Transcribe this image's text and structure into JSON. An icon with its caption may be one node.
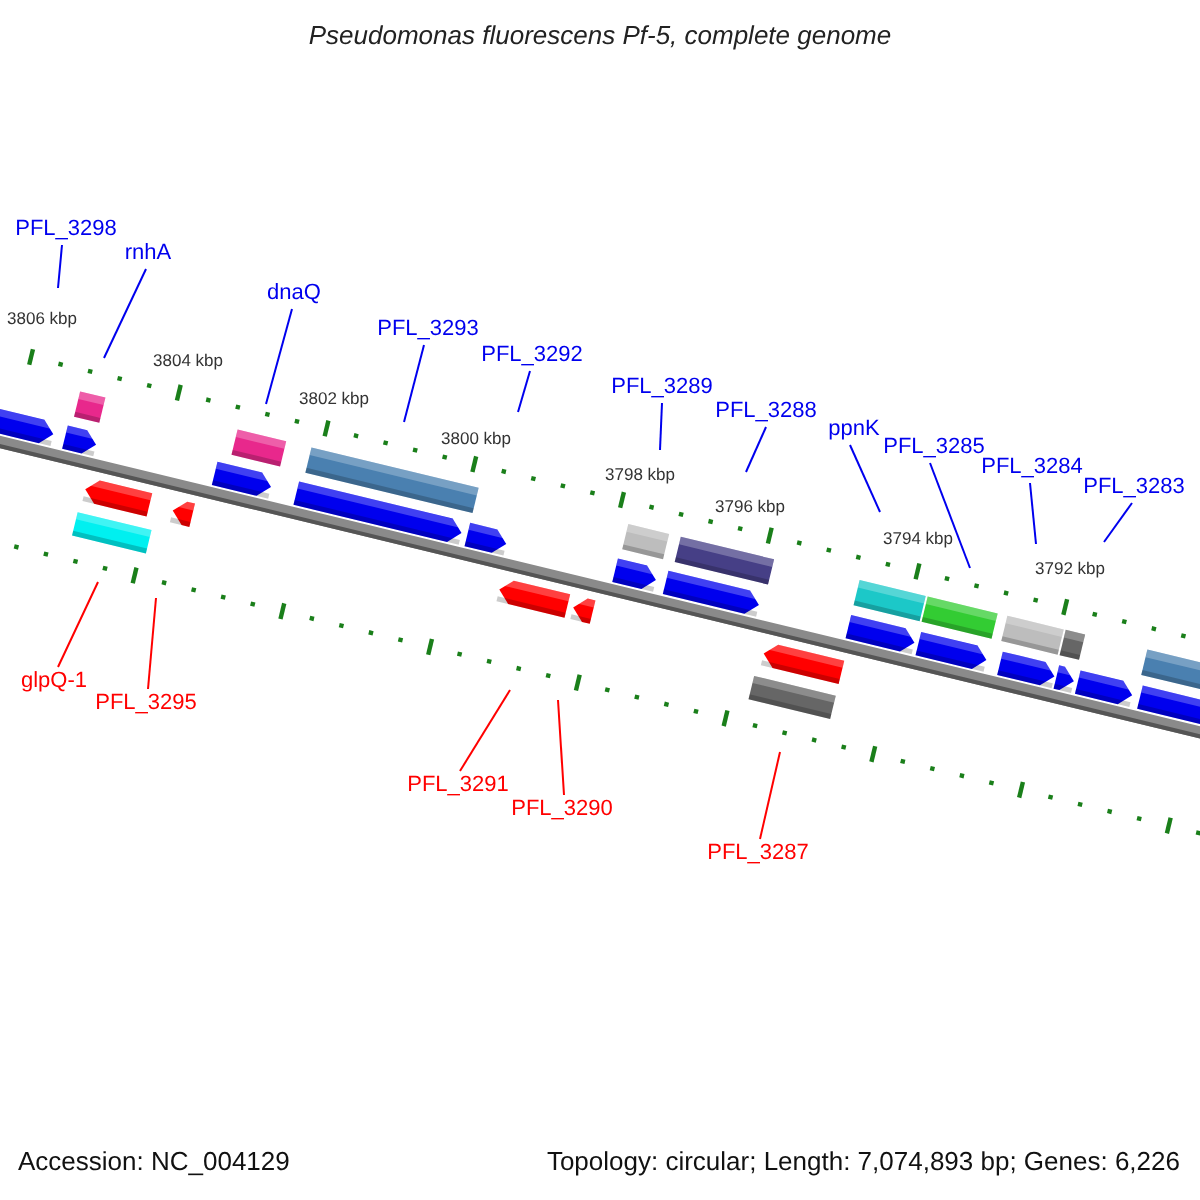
{
  "diagram": {
    "title": "Pseudomonas fluorescens Pf-5, complete genome",
    "nodes": [
      {
        "text": [
          "PFL_3298"
        ]
      },
      {
        "text": [
          "rnhA"
        ]
      },
      {
        "text": [
          "dnaQ"
        ]
      },
      {
        "text": [
          "PFL_3293"
        ]
      },
      {
        "text": [
          "PFL_3292"
        ]
      },
      {
        "text": [
          "PFL_3289"
        ]
      },
      {
        "text": [
          "PFL_3288"
        ]
      },
      {
        "text": [
          "ppnK"
        ]
      },
      {
        "text": [
          "PFL_3285"
        ]
      },
      {
        "text": [
          "PFL_3284"
        ]
      },
      {
        "text": [
          "PFL_3283"
        ]
      },
      {
        "text": [
          "glpQ-1"
        ]
      },
      {
        "text": [
          "PFL_3295"
        ]
      },
      {
        "text": [
          "PFL_3291"
        ]
      },
      {
        "text": [
          "PFL_3290"
        ]
      },
      {
        "text": [
          "PFL_3287"
        ]
      }
    ],
    "edges": [
      {
        "from": 0,
        "to": null,
        "arrow": "none"
      },
      {
        "from": 1,
        "to": null,
        "arrow": "none"
      },
      {
        "from": 2,
        "to": null,
        "arrow": "none"
      },
      {
        "from": 3,
        "to": null,
        "arrow": "none"
      },
      {
        "from": 4,
        "to": null,
        "arrow": "none"
      },
      {
        "from": 5,
        "to": null,
        "arrow": "none"
      },
      {
        "from": 6,
        "to": null,
        "arrow": "none"
      },
      {
        "from": 7,
        "to": null,
        "arrow": "none"
      },
      {
        "from": 8,
        "to": null,
        "arrow": "none"
      },
      {
        "from": 9,
        "to": null,
        "arrow": "none"
      },
      {
        "from": 10,
        "to": null,
        "arrow": "none"
      },
      {
        "from": 11,
        "to": null,
        "arrow": "none",
        "color": "#ff0000"
      },
      {
        "from": 12,
        "to": null,
        "arrow": "none",
        "color": "#ff0000"
      },
      {
        "from": 13,
        "to": null,
        "arrow": "none",
        "color": "#ff0000"
      },
      {
        "from": 14,
        "to": null,
        "arrow": "none",
        "color": "#ff0000"
      },
      {
        "from": 15,
        "to": null,
        "arrow": "none",
        "color": "#ff0000"
      }
    ],
    "labels": [
      "3806 kbp",
      "3804 kbp",
      "3802 kbp",
      "3800 kbp",
      "3798 kbp",
      "3796 kbp",
      "3794 kbp",
      "3792 kbp",
      "Accession: NC_004129",
      "Topology: circular; Length: 7,074,893 bp; Genes: 6,226"
    ]
  }
}
